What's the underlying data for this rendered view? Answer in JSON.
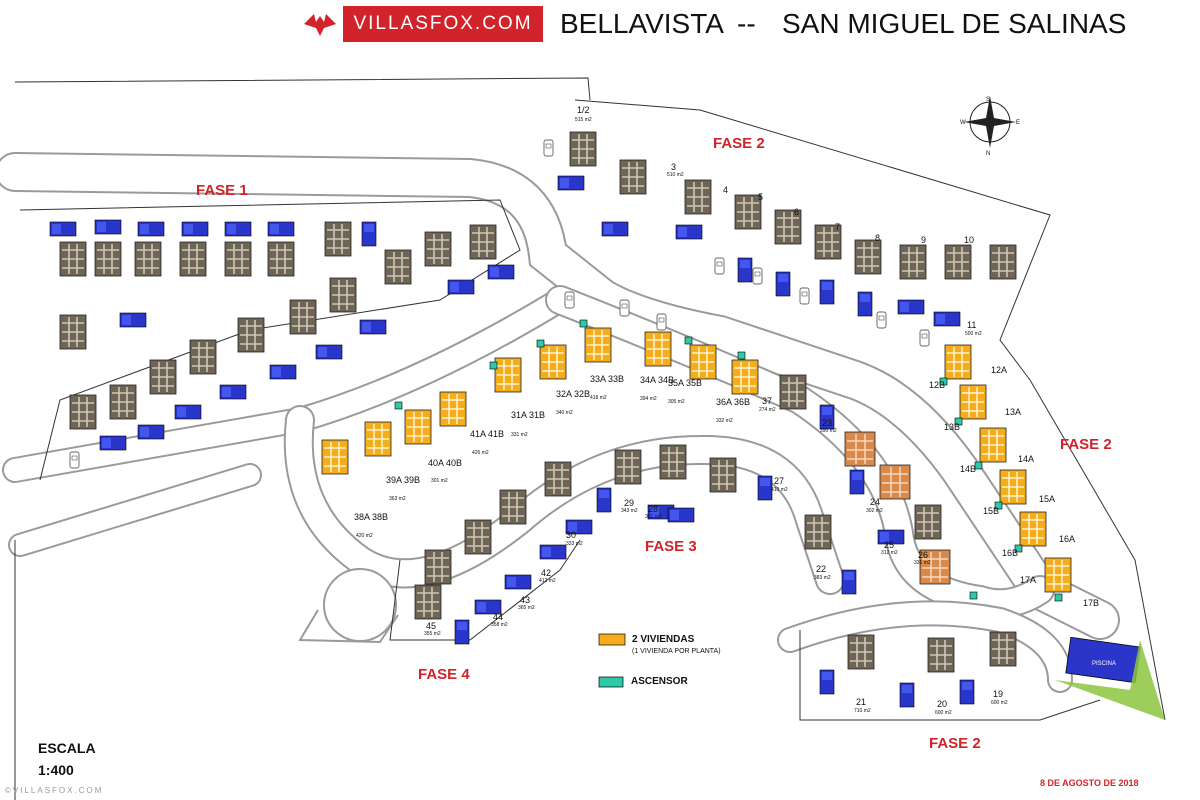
{
  "header": {
    "logo_text": "VILLASFOX.COM",
    "title_left": "BELLAVISTA",
    "separator": "--",
    "title_right": "SAN MIGUEL DE SALINAS"
  },
  "phases": {
    "fase1": "FASE 1",
    "fase2_top": "FASE 2",
    "fase2_right": "FASE 2",
    "fase2_bottom": "FASE 2",
    "fase3": "FASE 3",
    "fase4": "FASE 4"
  },
  "legend": {
    "two_dwellings": "2 VIVIENDAS",
    "two_dwellings_sub": "(1 VIVIENDA POR PLANTA)",
    "lift": "ASCENSOR"
  },
  "scale": {
    "label": "ESCALA",
    "value": "1:400"
  },
  "date": "8 DE AGOSTO DE 2018",
  "watermark": "©VILLASFOX.COM",
  "pool_label": "PISCINA",
  "compass": {
    "n": "N",
    "s": "S",
    "e": "E",
    "w": "W"
  },
  "colors": {
    "road": "#9a9a9a",
    "house": "#6f6556",
    "two_dwellings": "#f5ad1c",
    "lift": "#2ec9a6",
    "pool": "#2a35c9",
    "garden": "#8cc63f",
    "single_b": "#d98a4a",
    "brand_red": "#d2232a"
  },
  "plots": [
    {
      "label": "1/2",
      "area": "515 m2"
    },
    {
      "label": "3",
      "area": "510 m2"
    },
    {
      "label": "4",
      "area": ""
    },
    {
      "label": "5",
      "area": ""
    },
    {
      "label": "6",
      "area": ""
    },
    {
      "label": "7",
      "area": ""
    },
    {
      "label": "8",
      "area": ""
    },
    {
      "label": "9",
      "area": ""
    },
    {
      "label": "10",
      "area": ""
    },
    {
      "label": "11",
      "area": "500 m2"
    },
    {
      "label": "12A",
      "area": ""
    },
    {
      "label": "12B",
      "area": ""
    },
    {
      "label": "13A",
      "area": ""
    },
    {
      "label": "13B",
      "area": ""
    },
    {
      "label": "14A",
      "area": ""
    },
    {
      "label": "14B",
      "area": ""
    },
    {
      "label": "15A",
      "area": ""
    },
    {
      "label": "15B",
      "area": ""
    },
    {
      "label": "16A",
      "area": ""
    },
    {
      "label": "16B",
      "area": ""
    },
    {
      "label": "17A",
      "area": ""
    },
    {
      "label": "17B",
      "area": ""
    },
    {
      "label": "19",
      "area": "600 m2"
    },
    {
      "label": "20",
      "area": "600 m2"
    },
    {
      "label": "21",
      "area": "710 m2"
    },
    {
      "label": "22",
      "area": "383 m2"
    },
    {
      "label": "23",
      "area": "390 m2"
    },
    {
      "label": "24",
      "area": "302 m2"
    },
    {
      "label": "25",
      "area": "312 m2"
    },
    {
      "label": "26",
      "area": "331 m2"
    },
    {
      "label": "27",
      "area": "410 m2"
    },
    {
      "label": "28",
      "area": "361 m2"
    },
    {
      "label": "29",
      "area": "343 m2"
    },
    {
      "label": "30",
      "area": "333 m2"
    },
    {
      "label": "31A 31B",
      "area": "331 m2"
    },
    {
      "label": "32A 32B",
      "area": "340 m2"
    },
    {
      "label": "33A 33B",
      "area": "418 m2"
    },
    {
      "label": "34A 34B",
      "area": "394 m2"
    },
    {
      "label": "35A 35B",
      "area": "305 m2"
    },
    {
      "label": "36A 36B",
      "area": "332 m2"
    },
    {
      "label": "37",
      "area": "274 m2"
    },
    {
      "label": "38A 38B",
      "area": "420 m2"
    },
    {
      "label": "39A 39B",
      "area": "363 m2"
    },
    {
      "label": "40A 40B",
      "area": "301 m2"
    },
    {
      "label": "41A 41B",
      "area": "426 m2"
    },
    {
      "label": "42",
      "area": "412 m2"
    },
    {
      "label": "43",
      "area": "365 m2"
    },
    {
      "label": "44",
      "area": "358 m2"
    },
    {
      "label": "45",
      "area": "355 m2"
    }
  ]
}
